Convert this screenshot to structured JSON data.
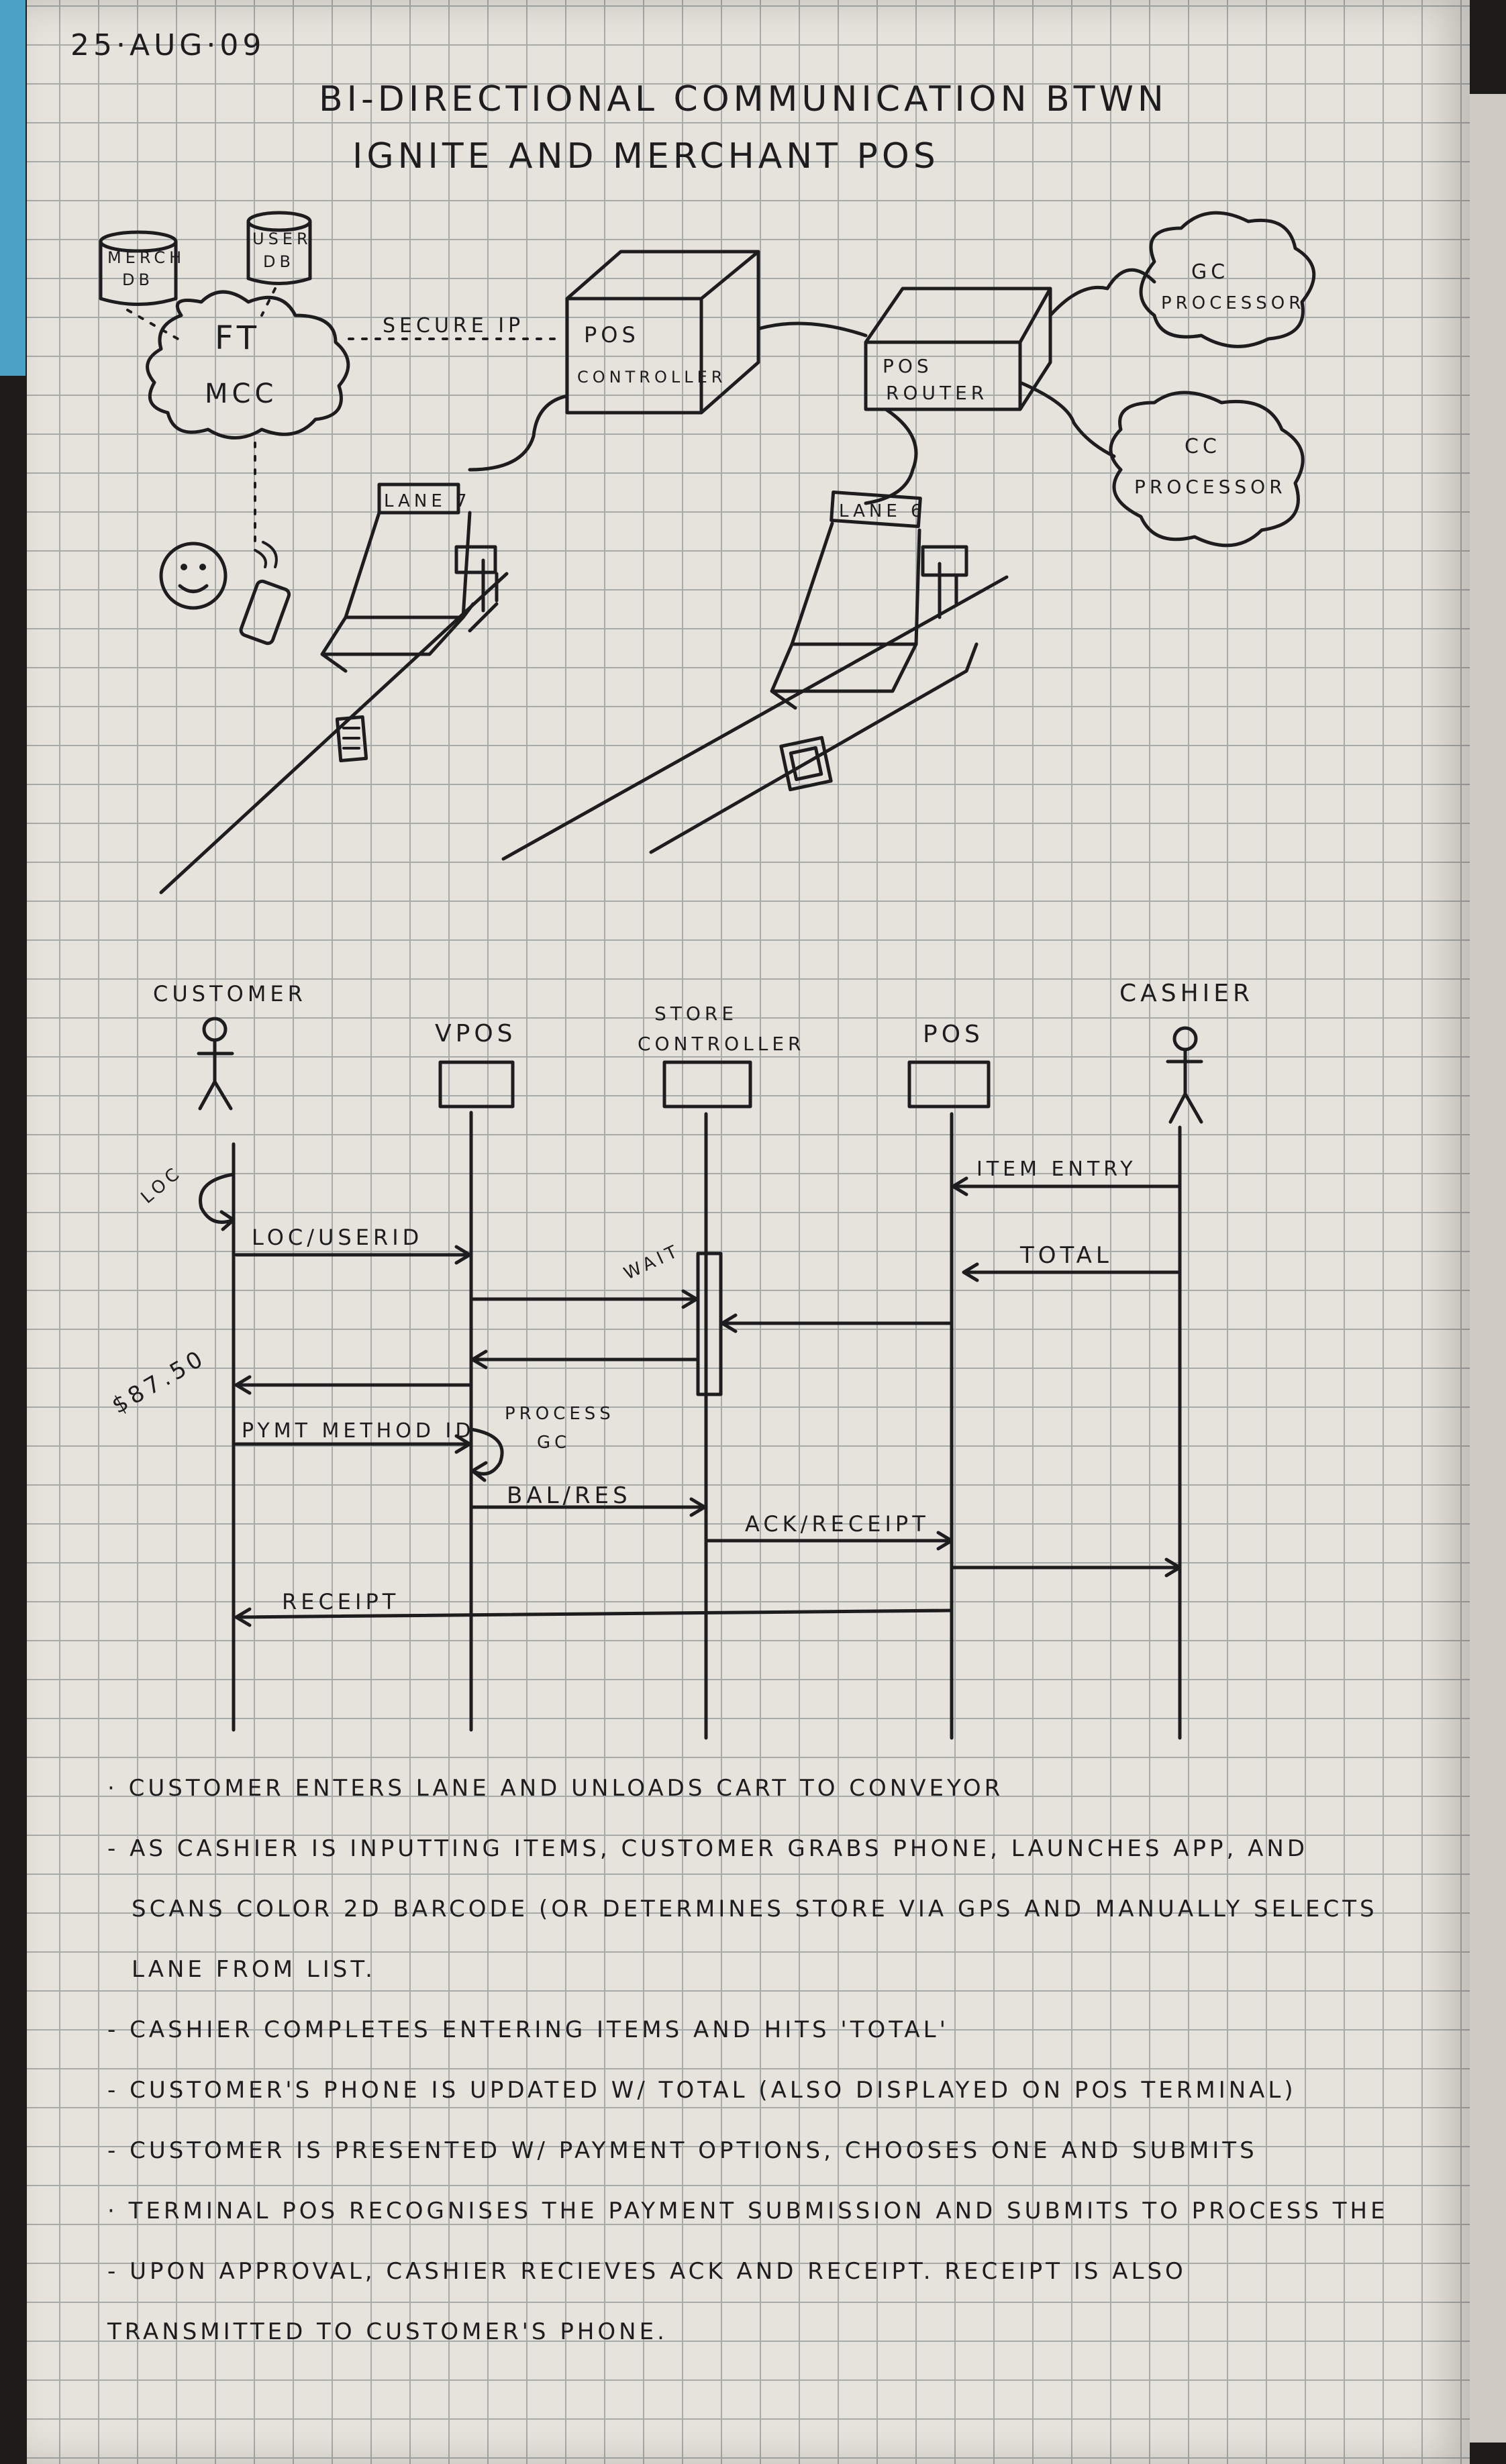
{
  "date": "25·AUG·09",
  "title": {
    "line1": "BI-DIRECTIONAL COMMUNICATION BTWN",
    "line2": "IGNITE AND MERCHANT POS"
  },
  "network": {
    "merch_db": [
      "MERCH",
      "DB"
    ],
    "user_db": [
      "USER",
      "DB"
    ],
    "cloud_ft_mcc": [
      "FT",
      "MCC"
    ],
    "secure_ip": "SECURE IP",
    "pos_controller": [
      "POS",
      "CONTROLLER"
    ],
    "pos_router": [
      "POS",
      "ROUTER"
    ],
    "gc_processor": [
      "GC",
      "PROCESSOR"
    ],
    "cc_processor": [
      "CC",
      "PROCESSOR"
    ],
    "lane_7": "LANE 7",
    "lane_6": "LANE 6"
  },
  "sequence": {
    "actors": {
      "customer": "CUSTOMER",
      "vpos": "VPOS",
      "store_controller": [
        "STORE",
        "CONTROLLER"
      ],
      "pos": "POS",
      "cashier": "CASHIER"
    },
    "messages": {
      "loc": "LOC",
      "loc_userid": "LOC/USERID",
      "item_entry": "ITEM ENTRY",
      "wait": "WAIT",
      "total": "TOTAL",
      "amount": "$87.50",
      "pymt_method_id": "PYMT METHOD ID",
      "process_gc": [
        "PROCESS",
        "GC"
      ],
      "bal_res": "BAL/RES",
      "ack_receipt": "ACK/RECEIPT",
      "receipt": "RECEIPT"
    }
  },
  "notes": [
    "· CUSTOMER ENTERS LANE AND UNLOADS CART TO CONVEYOR",
    "- AS CASHIER IS INPUTTING ITEMS, CUSTOMER GRABS PHONE, LAUNCHES APP, AND",
    "SCANS COLOR 2D BARCODE (OR DETERMINES STORE VIA GPS AND MANUALLY SELECTS",
    "LANE FROM LIST.",
    "- CASHIER COMPLETES ENTERING ITEMS AND HITS 'TOTAL'",
    "- CUSTOMER'S PHONE IS UPDATED W/ TOTAL (ALSO DISPLAYED ON POS TERMINAL)",
    "- CUSTOMER IS PRESENTED W/ PAYMENT OPTIONS, CHOOSES ONE AND SUBMITS",
    "· TERMINAL POS RECOGNISES THE PAYMENT SUBMISSION AND SUBMITS TO PROCESS THE",
    "- UPON APPROVAL, CASHIER RECIEVES ACK AND RECEIPT. RECEIPT IS ALSO",
    "TRANSMITTED TO CUSTOMER'S PHONE."
  ]
}
